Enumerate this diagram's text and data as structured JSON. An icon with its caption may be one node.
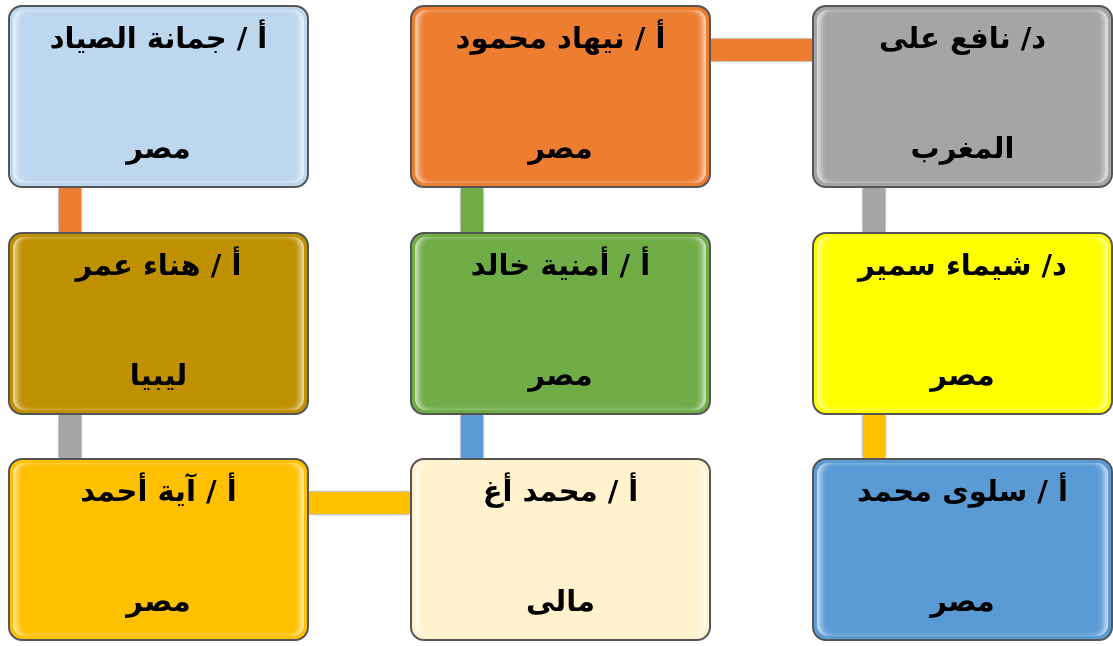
{
  "diagram": {
    "nodes": [
      {
        "text": [
          "د/ نافع على",
          "المغرب"
        ]
      },
      {
        "text": [
          "أ / نيهاد محمود",
          "مصر"
        ]
      },
      {
        "text": [
          "أ / جمانة الصياد",
          "مصر"
        ]
      },
      {
        "text": [
          "د/ شيماء سمير",
          "مصر"
        ]
      },
      {
        "text": [
          "أ / أمنية خالد",
          "مصر"
        ]
      },
      {
        "text": [
          "أ / هناء عمر",
          "ليبيا"
        ]
      },
      {
        "text": [
          "أ / سلوى محمد",
          "مصر"
        ]
      },
      {
        "text": [
          "أ / محمد أغ",
          "مالى"
        ]
      },
      {
        "text": [
          "أ / آية أحمد",
          "مصر"
        ]
      }
    ],
    "edges": [
      {
        "from": 0,
        "to": 1,
        "arrow": "none",
        "color": "#ed7d31"
      },
      {
        "from": 0,
        "to": 3,
        "arrow": "none",
        "color": "#a5a5a5"
      },
      {
        "from": 3,
        "to": 6,
        "arrow": "none",
        "color": "#ffc000"
      },
      {
        "from": 1,
        "to": 4,
        "arrow": "none",
        "color": "#70ad47"
      },
      {
        "from": 4,
        "to": 7,
        "arrow": "none",
        "color": "#5b9bd5"
      },
      {
        "from": 7,
        "to": 8,
        "arrow": "none",
        "color": "#ffc000"
      },
      {
        "from": 8,
        "to": 5,
        "arrow": "none",
        "color": "#a5a5a5"
      },
      {
        "from": 5,
        "to": 2,
        "arrow": "none",
        "color": "#ed7d31"
      }
    ]
  }
}
